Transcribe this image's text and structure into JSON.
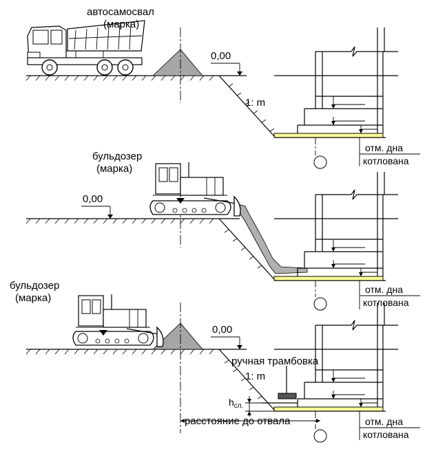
{
  "labels": {
    "dump_truck": "автосамосвал",
    "dump_truck_model": "(марка)",
    "bulldozer_1": "бульдозер",
    "bulldozer_1_model": "(марка)",
    "bulldozer_2": "бульдозер",
    "bulldozer_2_model": "(марка)",
    "level_1": "0,00",
    "level_2": "0,00",
    "level_3": "0,00",
    "slope_1": "1: m",
    "slope_3": "1: m",
    "pit_bottom_1a": "отм. дна",
    "pit_bottom_1b": "котлована",
    "pit_bottom_2a": "отм. дна",
    "pit_bottom_2b": "котлована",
    "pit_bottom_3a": "отм. дна",
    "pit_bottom_3b": "котлована",
    "hand_tamper": "ручная трамбовка",
    "layer_height": "h",
    "layer_height_sub": "сл.",
    "distance_to_dump": "расстояние до отвала"
  },
  "colors": {
    "line": "#000000",
    "soil_pile": "#a6a6a6",
    "moved_soil": "#b0b0b0",
    "backfill_layer": "#ffff99",
    "truck_fill": "#ffffff"
  }
}
